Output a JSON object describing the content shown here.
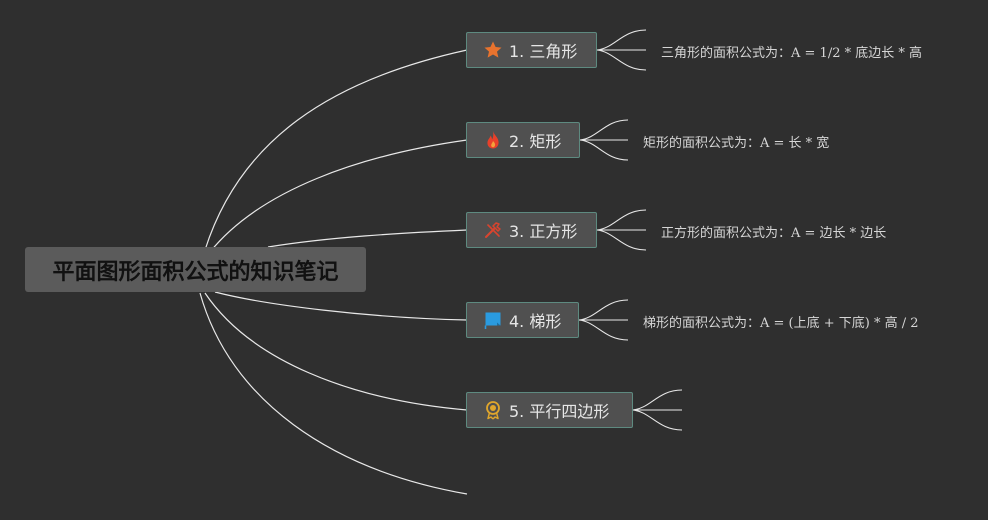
{
  "root": {
    "title": "平面图形面积公式的知识笔记"
  },
  "branches": [
    {
      "label": "1. 三角形",
      "icon": "star-icon",
      "icon_color": "#e8732e",
      "note": "三角形的面积公式为：A = 1/2 * 底边长 * 高"
    },
    {
      "label": "2. 矩形",
      "icon": "fire-icon",
      "icon_color": "#e8402a",
      "note": "矩形的面积公式为：A = 长 * 宽"
    },
    {
      "label": "3. 正方形",
      "icon": "tools-icon",
      "icon_color": "#d9442e",
      "note": "正方形的面积公式为：A = 边长 * 边长"
    },
    {
      "label": "4. 梯形",
      "icon": "flag-icon",
      "icon_color": "#2a9be0",
      "note": "梯形的面积公式为：A = (上底 + 下底) * 高 / 2"
    },
    {
      "label": "5. 平行四边形",
      "icon": "award-icon",
      "icon_color": "#e0a62c",
      "note": ""
    }
  ],
  "colors": {
    "background": "#2f2f2f",
    "connector": "#e8e8e8",
    "node_border": "#5e8a80"
  }
}
